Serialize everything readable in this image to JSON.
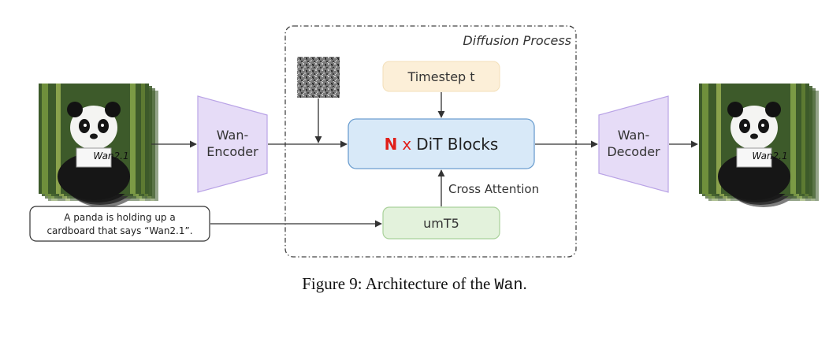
{
  "diagram": {
    "diffusion_process_label": "Diffusion Process",
    "input_sign_text": "Wan2.1",
    "output_sign_text": "Wan2.1",
    "encoder_label_line1": "Wan-",
    "encoder_label_line2": "Encoder",
    "decoder_label_line1": "Wan-",
    "decoder_label_line2": "Decoder",
    "timestep_label": "Timestep t",
    "dit_prefix": "N",
    "dit_x": "x",
    "dit_label": "DiT Blocks",
    "cross_attention_label": "Cross Attention",
    "umt5_label": "umT5",
    "prompt_line1": "A panda is holding up a",
    "prompt_line2": "cardboard that says “Wan2.1”."
  },
  "caption": {
    "prefix": "Figure 9: Architecture of the",
    "name": "Wan",
    "suffix": "."
  },
  "colors": {
    "encoder_fill": "#e6dcf7",
    "encoder_stroke": "#b9a3e6",
    "timestep_fill": "#fcefd8",
    "dit_fill": "#d8e9f8",
    "dit_stroke": "#6d9fd0",
    "umt5_fill": "#e3f2dc",
    "umt5_stroke": "#a9d19a",
    "accent_red": "#e0201b"
  }
}
